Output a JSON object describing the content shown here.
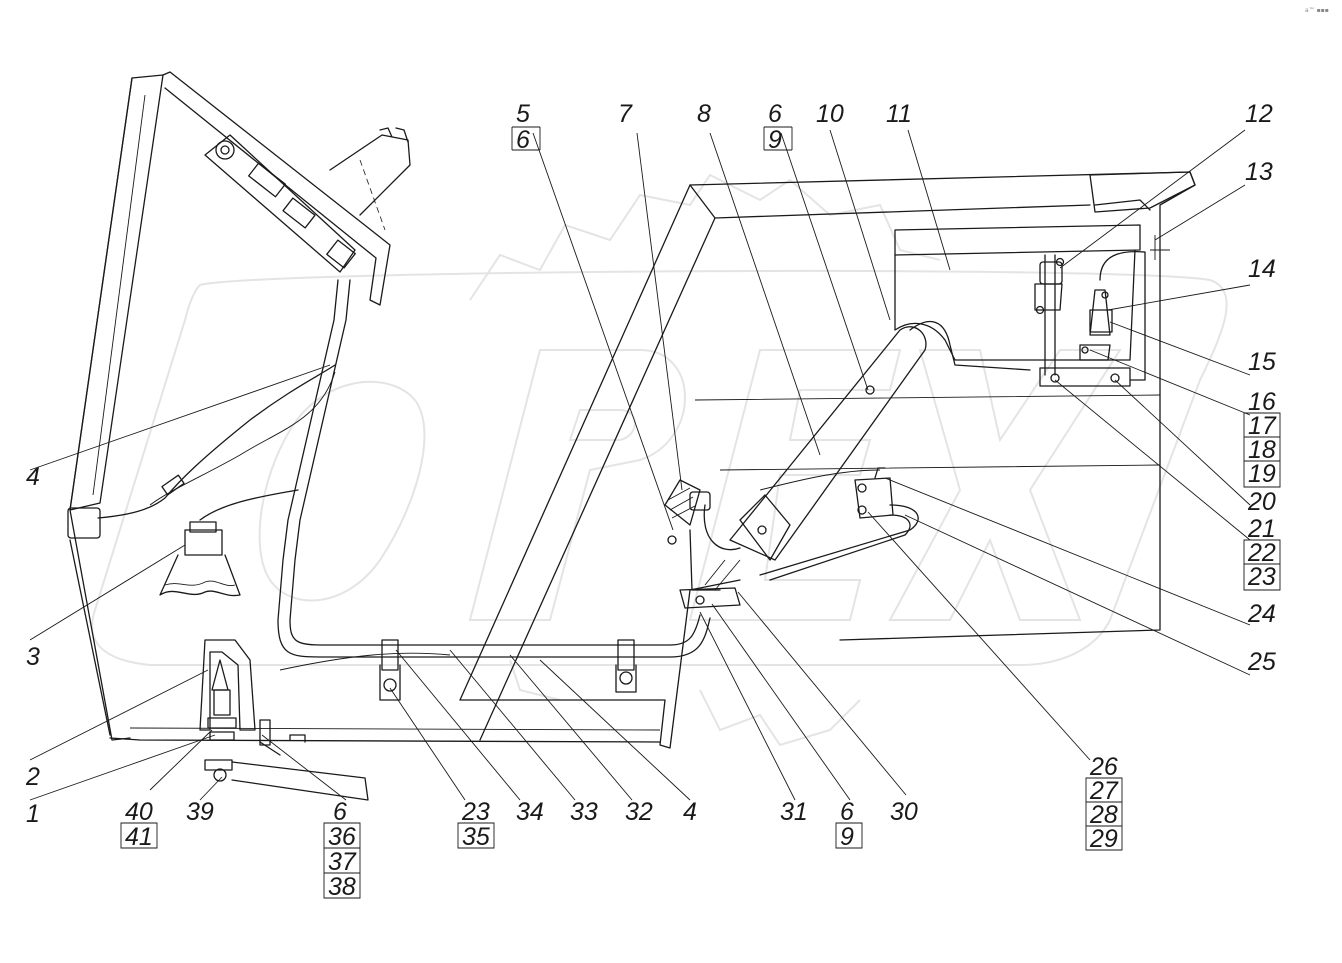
{
  "callouts": [
    {
      "id": "c1",
      "label": "1"
    },
    {
      "id": "c2",
      "label": "2"
    },
    {
      "id": "c3",
      "label": "3"
    },
    {
      "id": "c4a",
      "label": "4"
    },
    {
      "id": "c4b",
      "label": "4"
    },
    {
      "id": "c5",
      "label": "5"
    },
    {
      "id": "c6a",
      "label": "6"
    },
    {
      "id": "c7",
      "label": "7"
    },
    {
      "id": "c8",
      "label": "8"
    },
    {
      "id": "c6b",
      "label": "6"
    },
    {
      "id": "c9a",
      "label": "9"
    },
    {
      "id": "c10",
      "label": "10"
    },
    {
      "id": "c11",
      "label": "11"
    },
    {
      "id": "c12",
      "label": "12"
    },
    {
      "id": "c13",
      "label": "13"
    },
    {
      "id": "c14",
      "label": "14"
    },
    {
      "id": "c15",
      "label": "15"
    },
    {
      "id": "c16",
      "label": "16"
    },
    {
      "id": "c17",
      "label": "17"
    },
    {
      "id": "c18",
      "label": "18"
    },
    {
      "id": "c19",
      "label": "19"
    },
    {
      "id": "c20",
      "label": "20"
    },
    {
      "id": "c21",
      "label": "21"
    },
    {
      "id": "c22",
      "label": "22"
    },
    {
      "id": "c23a",
      "label": "23"
    },
    {
      "id": "c24",
      "label": "24"
    },
    {
      "id": "c25",
      "label": "25"
    },
    {
      "id": "c26",
      "label": "26"
    },
    {
      "id": "c27",
      "label": "27"
    },
    {
      "id": "c28",
      "label": "28"
    },
    {
      "id": "c29",
      "label": "29"
    },
    {
      "id": "c30",
      "label": "30"
    },
    {
      "id": "c6c",
      "label": "6"
    },
    {
      "id": "c9b",
      "label": "9"
    },
    {
      "id": "c31",
      "label": "31"
    },
    {
      "id": "c32",
      "label": "32"
    },
    {
      "id": "c33",
      "label": "33"
    },
    {
      "id": "c34",
      "label": "34"
    },
    {
      "id": "c23b",
      "label": "23"
    },
    {
      "id": "c35",
      "label": "35"
    },
    {
      "id": "c6d",
      "label": "6"
    },
    {
      "id": "c36",
      "label": "36"
    },
    {
      "id": "c37",
      "label": "37"
    },
    {
      "id": "c38",
      "label": "38"
    },
    {
      "id": "c39",
      "label": "39"
    },
    {
      "id": "c40",
      "label": "40"
    },
    {
      "id": "c41",
      "label": "41"
    }
  ],
  "watermark": {
    "text": "OPEX",
    "color": "#e4e4e4"
  },
  "corner_mark": "a™ ▪▪▪"
}
